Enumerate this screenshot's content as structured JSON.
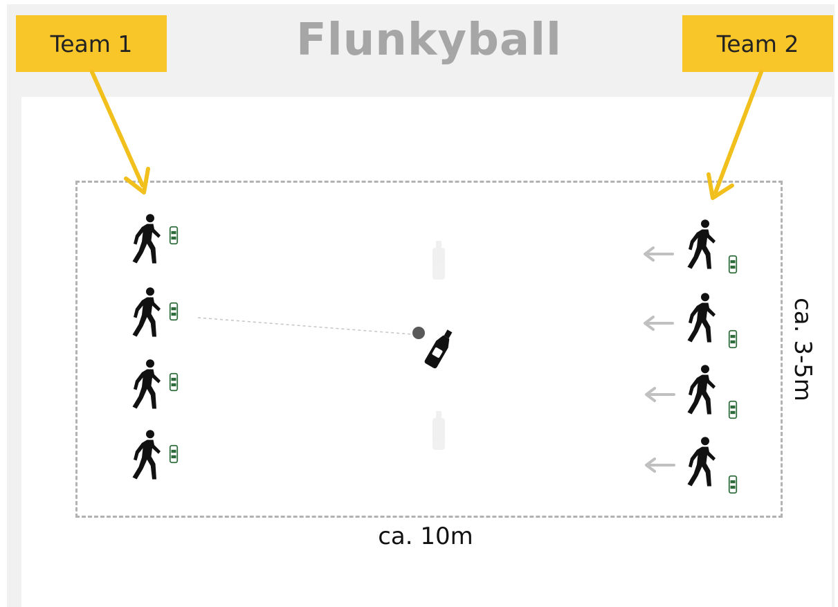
{
  "diagram": {
    "title": "Flunkyball",
    "team_1_label": "Team 1",
    "team_2_label": "Team 2",
    "width_label": "ca. 10m",
    "height_label": "ca. 3-5m"
  },
  "colors": {
    "label_background": "#f9c62a",
    "arrow": "#f2c01c",
    "title": "#a6a6a6",
    "field_border": "#b2b2b2",
    "player": "#111111",
    "can_green": "#2e6b3a",
    "move_arrow": "#c0c0c0"
  },
  "icons": {
    "player": "person-walking-with-can-icon",
    "bottle": "bottle-icon",
    "ball": "ball-icon"
  }
}
